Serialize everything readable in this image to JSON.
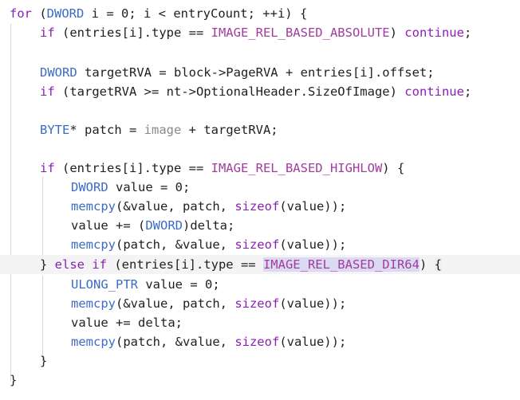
{
  "editor": {
    "lines": [
      {
        "segments": [
          {
            "t": "for",
            "c": "kw"
          },
          {
            "t": " (",
            "c": "id"
          },
          {
            "t": "DWORD",
            "c": "tp"
          },
          {
            "t": " i = 0; i < entryCount; ++i) {",
            "c": "id"
          }
        ]
      },
      {
        "segments": [
          {
            "t": "if",
            "c": "kw"
          },
          {
            "t": " (entries[i].type == ",
            "c": "id"
          },
          {
            "t": "IMAGE_REL_BASED_ABSOLUTE",
            "c": "mac"
          },
          {
            "t": ") ",
            "c": "id"
          },
          {
            "t": "continue",
            "c": "kw"
          },
          {
            "t": ";",
            "c": "id"
          }
        ]
      },
      {
        "segments": []
      },
      {
        "segments": [
          {
            "t": "DWORD",
            "c": "tp"
          },
          {
            "t": " targetRVA = block->PageRVA + entries[i].offset;",
            "c": "id"
          }
        ]
      },
      {
        "segments": [
          {
            "t": "if",
            "c": "kw"
          },
          {
            "t": " (targetRVA >= nt->OptionalHeader.SizeOfImage) ",
            "c": "id"
          },
          {
            "t": "continue",
            "c": "kw"
          },
          {
            "t": ";",
            "c": "id"
          }
        ]
      },
      {
        "segments": []
      },
      {
        "segments": [
          {
            "t": "BYTE",
            "c": "tp"
          },
          {
            "t": "* patch = ",
            "c": "id"
          },
          {
            "t": "image",
            "c": "gry"
          },
          {
            "t": " + targetRVA;",
            "c": "id"
          }
        ]
      },
      {
        "segments": []
      },
      {
        "segments": [
          {
            "t": "if",
            "c": "kw"
          },
          {
            "t": " (entries[i].type == ",
            "c": "id"
          },
          {
            "t": "IMAGE_REL_BASED_HIGHLOW",
            "c": "mac"
          },
          {
            "t": ") {",
            "c": "id"
          }
        ]
      },
      {
        "segments": [
          {
            "t": "DWORD",
            "c": "tp"
          },
          {
            "t": " value = 0;",
            "c": "id"
          }
        ]
      },
      {
        "segments": [
          {
            "t": "memcpy",
            "c": "fn"
          },
          {
            "t": "(&value, patch, ",
            "c": "id"
          },
          {
            "t": "sizeof",
            "c": "kw"
          },
          {
            "t": "(value));",
            "c": "id"
          }
        ]
      },
      {
        "segments": [
          {
            "t": "value += (",
            "c": "id"
          },
          {
            "t": "DWORD",
            "c": "tp"
          },
          {
            "t": ")delta;",
            "c": "id"
          }
        ]
      },
      {
        "segments": [
          {
            "t": "memcpy",
            "c": "fn"
          },
          {
            "t": "(patch, &value, ",
            "c": "id"
          },
          {
            "t": "sizeof",
            "c": "kw"
          },
          {
            "t": "(value));",
            "c": "id"
          }
        ]
      },
      {
        "segments": [
          {
            "t": "} ",
            "c": "id"
          },
          {
            "t": "else if",
            "c": "kw"
          },
          {
            "t": " (entries[i].type == ",
            "c": "id"
          },
          {
            "t": "IMAGE_REL_BASED_DIR64",
            "c": "mac hl"
          },
          {
            "t": ") ",
            "c": "id"
          },
          {
            "t": "{",
            "c": "id hlg"
          }
        ]
      },
      {
        "segments": [
          {
            "t": "ULONG_PTR",
            "c": "tp"
          },
          {
            "t": " value = 0;",
            "c": "id"
          }
        ]
      },
      {
        "segments": [
          {
            "t": "memcpy",
            "c": "fn"
          },
          {
            "t": "(&value, patch, ",
            "c": "id"
          },
          {
            "t": "sizeof",
            "c": "kw"
          },
          {
            "t": "(value));",
            "c": "id"
          }
        ]
      },
      {
        "segments": [
          {
            "t": "value += delta;",
            "c": "id"
          }
        ]
      },
      {
        "segments": [
          {
            "t": "memcpy",
            "c": "fn"
          },
          {
            "t": "(patch, &value, ",
            "c": "id"
          },
          {
            "t": "sizeof",
            "c": "kw"
          },
          {
            "t": "(value));",
            "c": "id"
          }
        ]
      },
      {
        "segments": [
          {
            "t": "}",
            "c": "id"
          }
        ]
      },
      {
        "segments": [
          {
            "t": "}",
            "c": "id"
          }
        ]
      }
    ]
  }
}
